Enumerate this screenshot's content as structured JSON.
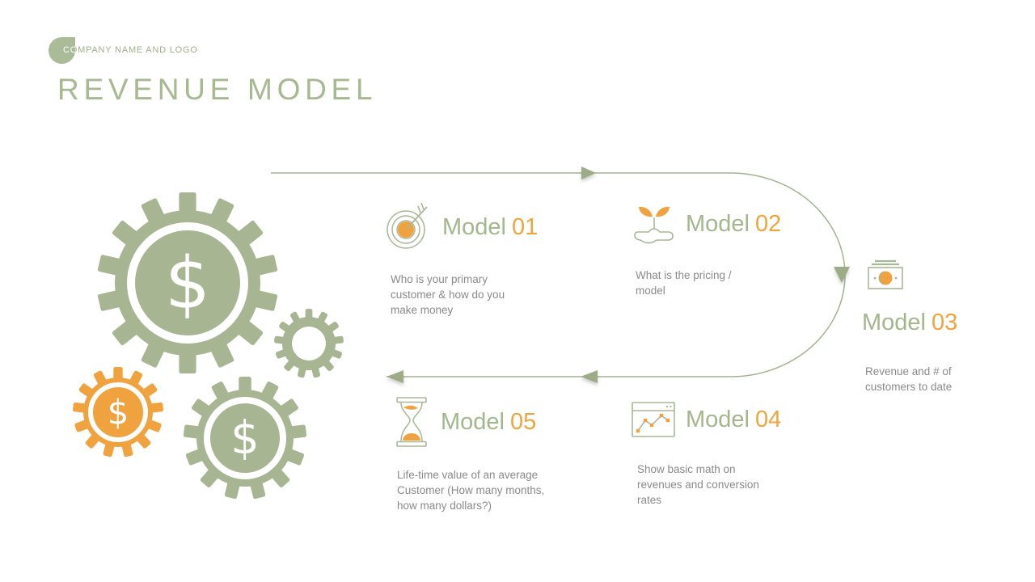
{
  "slide": {
    "company_label": "COMPANY NAME AND LOGO",
    "title": "REVENUE MODEL"
  },
  "models": [
    {
      "label": "Model",
      "number": "01",
      "icon": "target-arrow-icon",
      "description": "Who is your primary customer & how do you make money"
    },
    {
      "label": "Model",
      "number": "02",
      "icon": "hand-sprout-icon",
      "description": "What is the pricing / model"
    },
    {
      "label": "Model",
      "number": "03",
      "icon": "banknote-icon",
      "description": "Revenue and # of customers to date"
    },
    {
      "label": "Model",
      "number": "04",
      "icon": "line-chart-window-icon",
      "description": "Show basic math on revenues and conversion rates"
    },
    {
      "label": "Model",
      "number": "05",
      "icon": "hourglass-icon",
      "description": "Life-time value of an average Customer (How many months, how many dollars?)"
    }
  ],
  "illustration": {
    "gear_symbol": "$"
  },
  "colors": {
    "sage": "#a7b592",
    "orange": "#f0a23e",
    "heading_green": "#a2b78b",
    "number_orange": "#f2a43c",
    "body_gray": "#8a8a8a",
    "connector_line": "#a3b28d"
  }
}
